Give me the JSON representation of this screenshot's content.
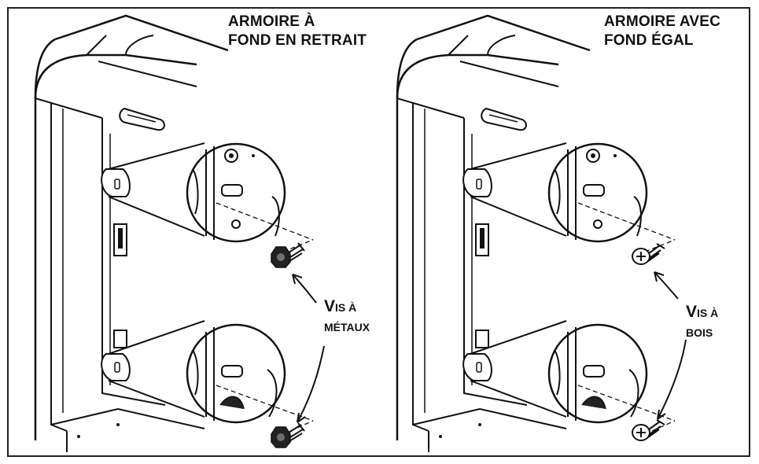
{
  "panels": [
    {
      "title_line1": "ARMOIRE À",
      "title_line2": "FOND EN RETRAIT",
      "screw_line1_cap": "V",
      "screw_line1_rest": "IS À",
      "screw_line2": "MÉTAUX",
      "screw_type": "hex-head-machine-screw"
    },
    {
      "title_line1": "ARMOIRE AVEC",
      "title_line2": "FOND ÉGAL",
      "screw_line1_cap": "V",
      "screw_line1_rest": "IS À",
      "screw_line2": "BOIS",
      "screw_type": "phillips-wood-screw"
    }
  ],
  "colors": {
    "line": "#1a1a1a",
    "background": "#ffffff",
    "frame": "#222222"
  }
}
